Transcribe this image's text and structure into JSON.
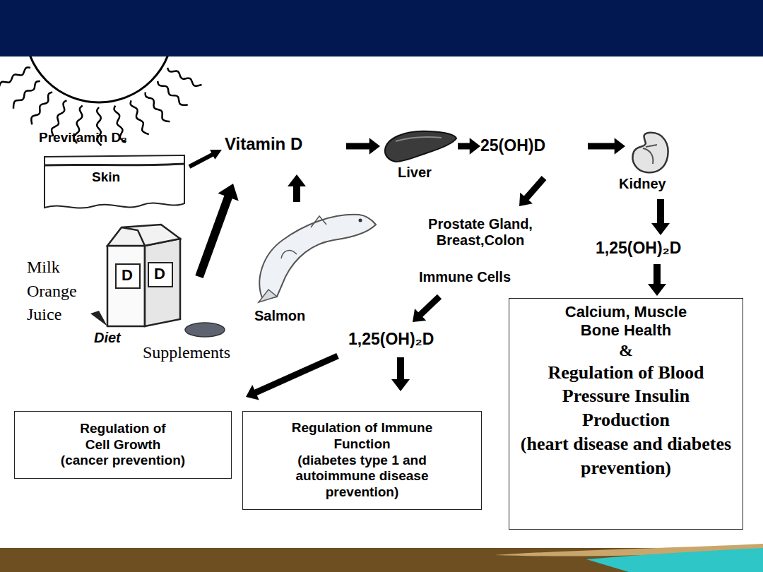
{
  "diagram": {
    "nodes": [
      {
        "text": [
          "Previtamin D₃",
          "Skin"
        ]
      },
      {
        "text": [
          "Regulation of Cell Growth",
          "(cancer prevention)"
        ]
      },
      {
        "text": [
          "Regulation of Immune Function",
          "(diabetes type 1 and autoimmune disease prevention)"
        ]
      },
      {
        "text": [
          "Calcium, Muscle Bone Health",
          "&",
          "Regulation of Blood Pressure Insulin Production",
          "(heart disease and diabetes prevention)"
        ]
      }
    ],
    "labels": [
      "Vitamin D",
      "Liver",
      "25(OH)D",
      "Kidney",
      "Prostate Gland, Breast,Colon",
      "Immune Cells",
      "1,25(OH)₂D",
      "1,25(OH)₂D",
      "Milk Orange Juice",
      "D",
      "D",
      "Diet",
      "Salmon",
      "Supplements"
    ]
  }
}
